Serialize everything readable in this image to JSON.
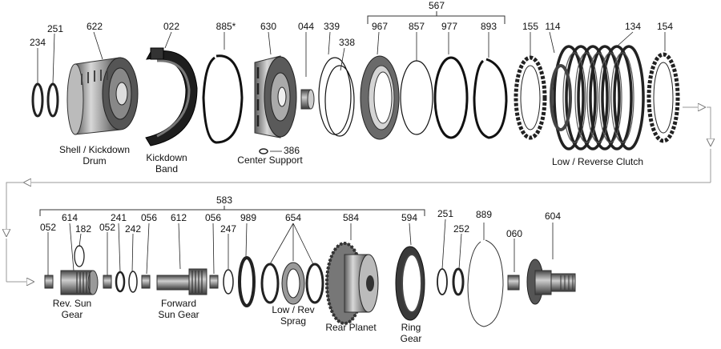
{
  "part_numbers": {
    "p234": "234",
    "p251a": "251",
    "p622": "622",
    "p022": "022",
    "p885": "885*",
    "p630": "630",
    "p044": "044",
    "p339": "339",
    "p338": "338",
    "p567": "567",
    "p967": "967",
    "p857": "857",
    "p977": "977",
    "p893": "893",
    "p155": "155",
    "p114": "114",
    "p134": "134",
    "p154": "154",
    "p386": "386",
    "p583": "583",
    "p052a": "052",
    "p614": "614",
    "p182": "182",
    "p052b": "052",
    "p241": "241",
    "p242": "242",
    "p056a": "056",
    "p612": "612",
    "p056b": "056",
    "p247": "247",
    "p989": "989",
    "p654": "654",
    "p584": "584",
    "p594": "594",
    "p251b": "251",
    "p252": "252",
    "p889": "889",
    "p060": "060",
    "p604": "604"
  },
  "captions": {
    "shell_drum": "Shell / Kickdown\nDrum",
    "kickdown_band": "Kickdown\nBand",
    "center_support": "Center Support",
    "low_reverse_clutch": "Low / Reverse Clutch",
    "rev_sun_gear": "Rev. Sun\nGear",
    "forward_sun_gear": "Forward\nSun Gear",
    "low_rev_sprag": "Low / Rev\nSprag",
    "rear_planet": "Rear Planet",
    "ring_gear": "Ring\nGear"
  }
}
